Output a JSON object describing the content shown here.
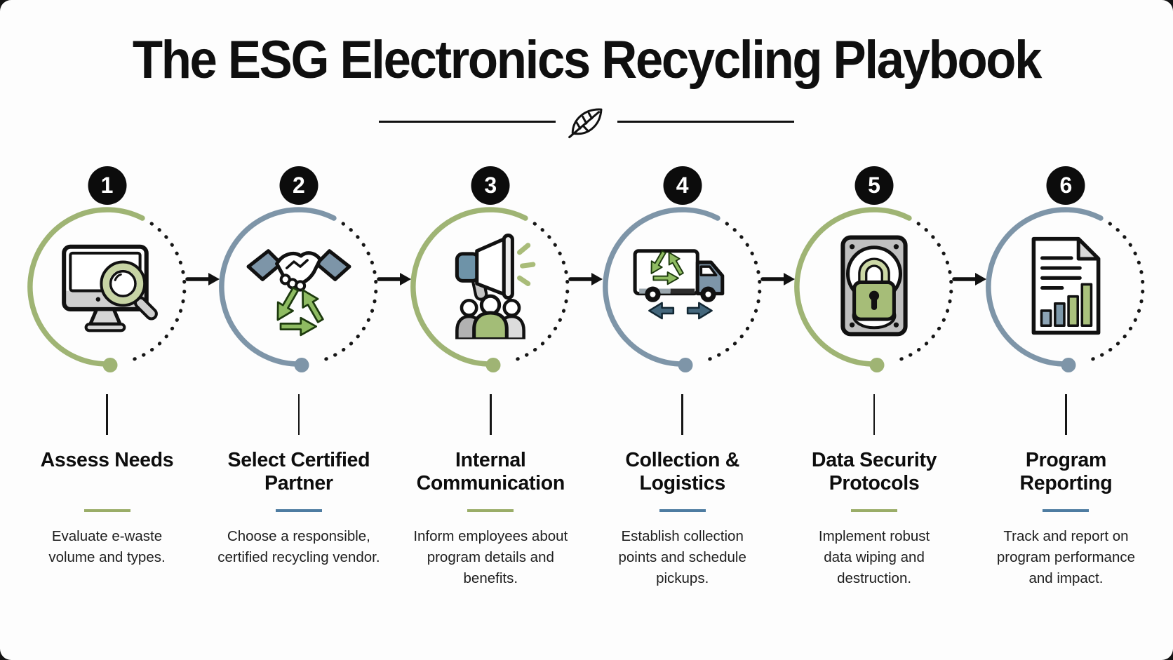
{
  "title": "The ESG Electronics Recycling Playbook",
  "divider": {
    "icon": "leaf-icon"
  },
  "colors": {
    "green": "#9fb474",
    "blue": "#7e95a8",
    "underline_green": "#9aad68",
    "underline_blue": "#4e7ca1",
    "badge_bg": "#0c0c0c",
    "badge_text": "#ffffff",
    "ink": "#111111"
  },
  "flow": {
    "arrow_icon": "arrow-right-icon"
  },
  "steps": [
    {
      "number": "1",
      "accent": "green",
      "icon": "monitor-magnifier-icon",
      "title": "Assess Needs",
      "description": "Evaluate e-waste\nvolume and types."
    },
    {
      "number": "2",
      "accent": "blue",
      "icon": "handshake-recycle-icon",
      "title": "Select Certified\nPartner",
      "description": "Choose a responsible,\ncertified recycling vendor."
    },
    {
      "number": "3",
      "accent": "green",
      "icon": "megaphone-people-icon",
      "title": "Internal\nCommunication",
      "description": "Inform employees about\nprogram details and\nbenefits."
    },
    {
      "number": "4",
      "accent": "blue",
      "icon": "recycling-truck-icon",
      "title": "Collection &\nLogistics",
      "description": "Establish collection\npoints and schedule\npickups."
    },
    {
      "number": "5",
      "accent": "green",
      "icon": "harddrive-lock-icon",
      "title": "Data Security\nProtocols",
      "description": "Implement robust\ndata wiping and\ndestruction."
    },
    {
      "number": "6",
      "accent": "blue",
      "icon": "report-chart-icon",
      "title": "Program\nReporting",
      "description": "Track and report on\nprogram performance\nand impact."
    }
  ]
}
